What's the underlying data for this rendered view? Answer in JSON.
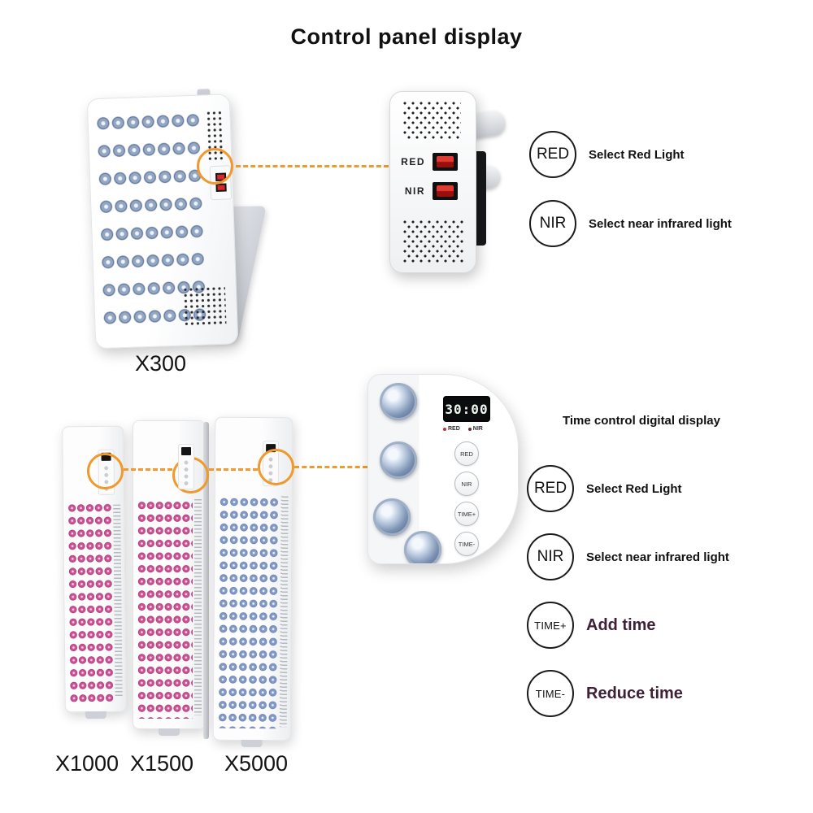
{
  "title": "Control panel display",
  "colors": {
    "accent": "#F09A2E",
    "emphasis_text": "#3D2137",
    "led_pink": "#CF4F93",
    "led_blue": "#8199C8"
  },
  "x300": {
    "label": "X300",
    "zoom": {
      "switch_red": "RED",
      "switch_nir": "NIR"
    },
    "callouts": [
      {
        "button": "RED",
        "desc": "Select Red Light"
      },
      {
        "button": "NIR",
        "desc": "Select near infrared light"
      }
    ]
  },
  "towers": {
    "labels": [
      "X1000",
      "X1500",
      "X5000"
    ],
    "zoom": {
      "display_value": "30:00",
      "indicators": [
        "RED",
        "NIR"
      ],
      "buttons": [
        "RED",
        "NIR",
        "TIME+",
        "TIME-"
      ]
    },
    "heading": "Time control digital display",
    "callouts": [
      {
        "button": "RED",
        "desc": "Select Red Light"
      },
      {
        "button": "NIR",
        "desc": "Select near infrared light"
      },
      {
        "button": "TIME+",
        "desc": "Add time"
      },
      {
        "button": "TIME-",
        "desc": "Reduce time"
      }
    ]
  }
}
